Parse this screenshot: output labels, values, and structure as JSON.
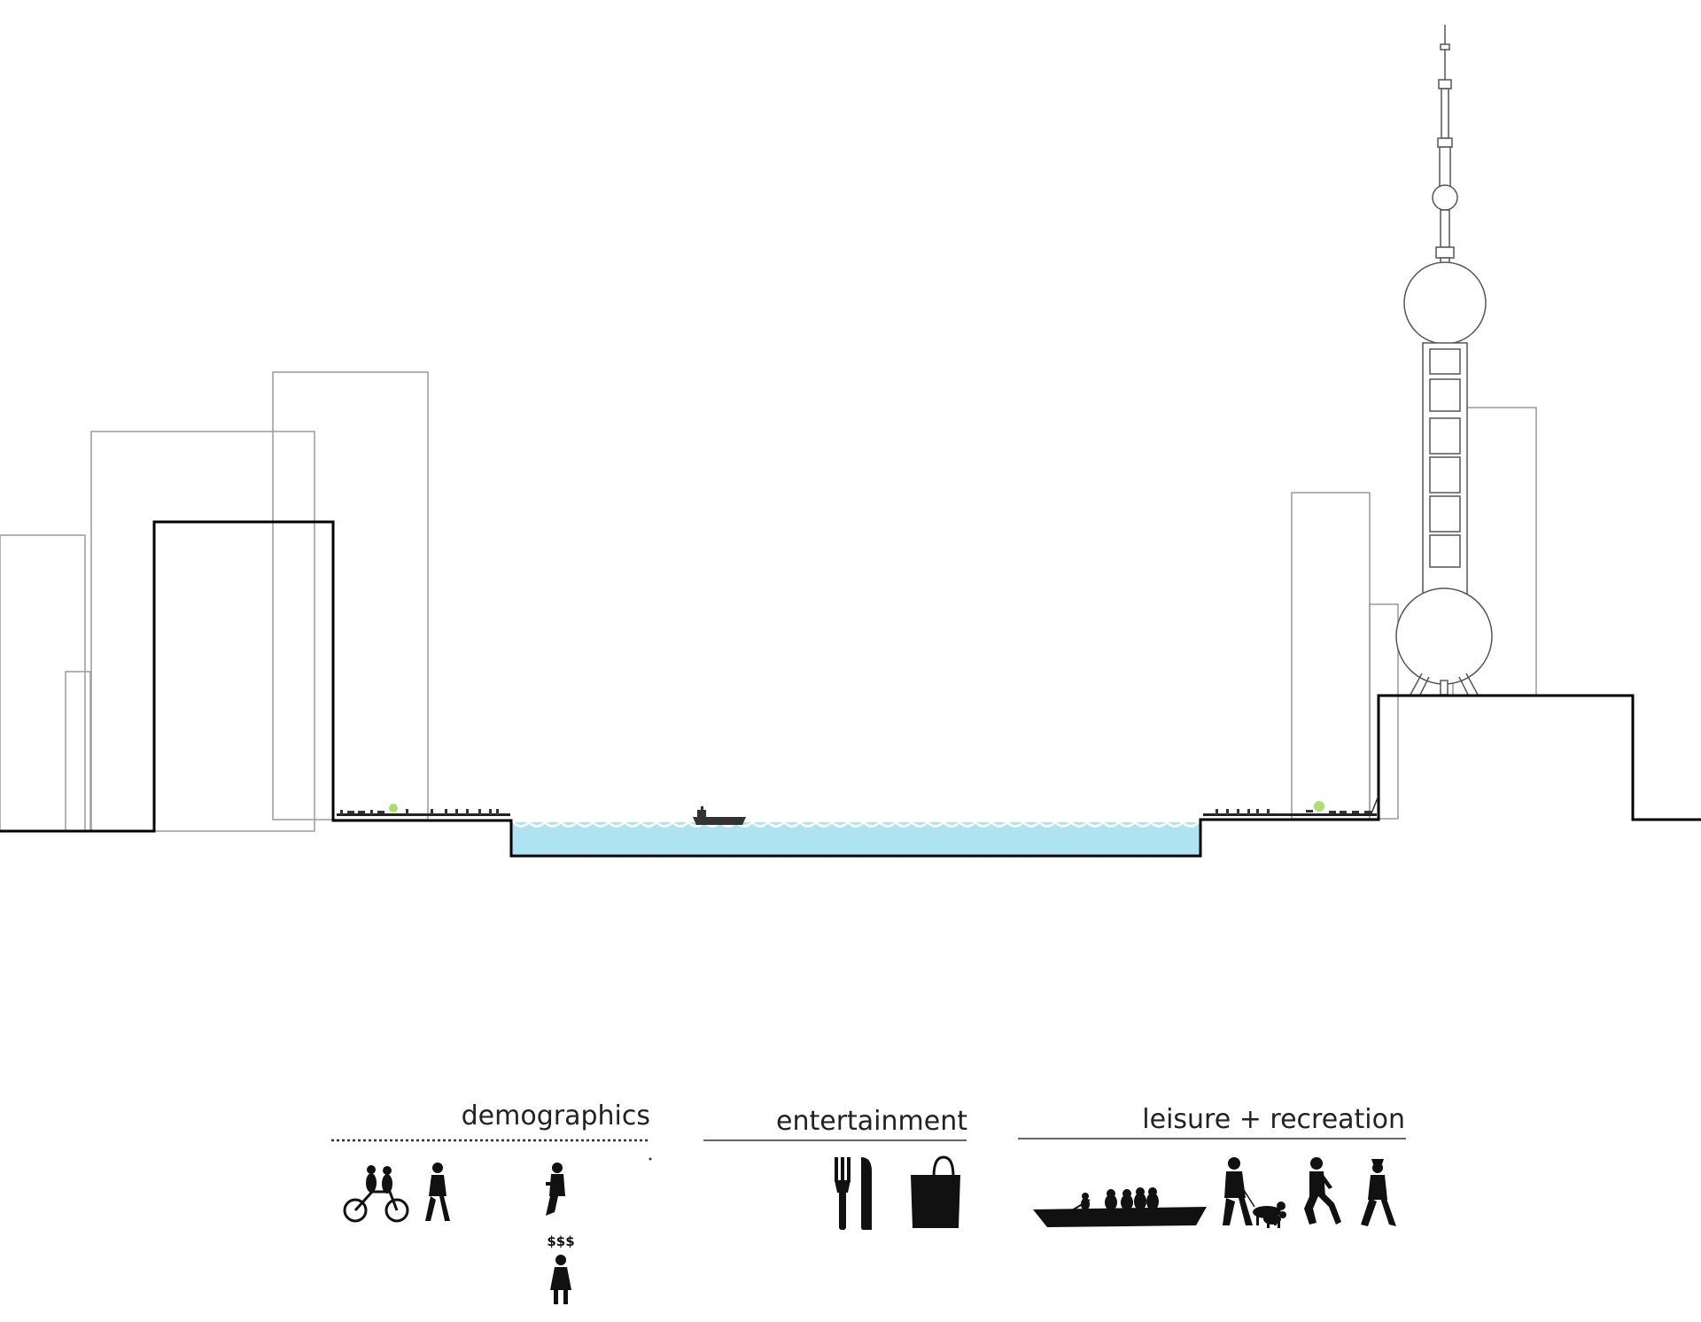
{
  "legend": {
    "groups": [
      {
        "label": "demographics",
        "icons": [
          "tandem-bicycle-icon",
          "walking-woman-icon",
          "walking-person-icon",
          "wealthy-person-icon"
        ],
        "currency_text": "$$$"
      },
      {
        "label": "entertainment",
        "icons": [
          "fork-knife-icon",
          "shopping-bag-icon"
        ]
      },
      {
        "label": "leisure + recreation",
        "icons": [
          "rowing-boat-icon",
          "dog-walker-icon",
          "jogger-icon",
          "walker-icon"
        ]
      }
    ]
  },
  "colors": {
    "water": "#aee3f1",
    "ground_line": "#000000",
    "building_outline": "#9a9a9a",
    "tower_outline": "#555555",
    "vegetation": "#a8e070"
  }
}
